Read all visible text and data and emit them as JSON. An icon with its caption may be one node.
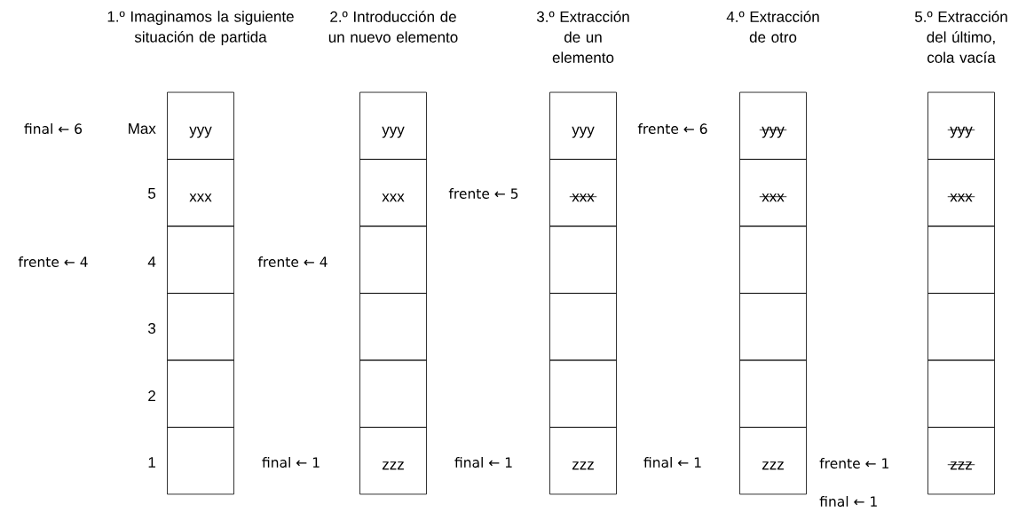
{
  "diagram": {
    "nodes": [
      {
        "text": [
          "yyy"
        ]
      },
      {
        "text": [
          "xxx"
        ]
      },
      {
        "text": [],
        "shape": "box"
      },
      {
        "text": [],
        "shape": "box"
      },
      {
        "text": [],
        "shape": "box"
      },
      {
        "text": [],
        "shape": "box"
      },
      {
        "text": [
          "yyy"
        ]
      },
      {
        "text": [
          "xxx"
        ]
      },
      {
        "text": [],
        "shape": "box"
      },
      {
        "text": [],
        "shape": "box"
      },
      {
        "text": [],
        "shape": "box"
      },
      {
        "text": [
          "zzz"
        ]
      },
      {
        "text": [
          "yyy"
        ]
      },
      {
        "text": [
          "xxx"
        ]
      },
      {
        "text": [],
        "shape": "box"
      },
      {
        "text": [],
        "shape": "box"
      },
      {
        "text": [],
        "shape": "box"
      },
      {
        "text": [
          "zzz"
        ]
      },
      {
        "text": [
          "yyy"
        ]
      },
      {
        "text": [
          "xxx"
        ]
      },
      {
        "text": [],
        "shape": "box"
      },
      {
        "text": [],
        "shape": "box"
      },
      {
        "text": [],
        "shape": "box"
      },
      {
        "text": [
          "zzz"
        ]
      },
      {
        "text": [
          "yyy"
        ]
      },
      {
        "text": [
          "xxx"
        ]
      },
      {
        "text": [],
        "shape": "box"
      },
      {
        "text": [],
        "shape": "box"
      },
      {
        "text": [],
        "shape": "box"
      },
      {
        "text": [
          "zzz"
        ]
      }
    ],
    "labels": [
      "1.º Imaginamos la siguiente situación de partida",
      "2.º Introducción de un nuevo elemento",
      "3.º Extracción de un elemento",
      "4.º Extracción de otro",
      "5.º Extracción del último, cola vacía",
      "final ← 6",
      "Max",
      "frente ← 6",
      "5",
      "frente ← 5",
      "frente ← 4",
      "4",
      "frente ← 4",
      "3",
      "2",
      "1",
      "final ← 1",
      "final ← 1",
      "final ← 1",
      "frente ← 1",
      "final ← 1"
    ]
  }
}
